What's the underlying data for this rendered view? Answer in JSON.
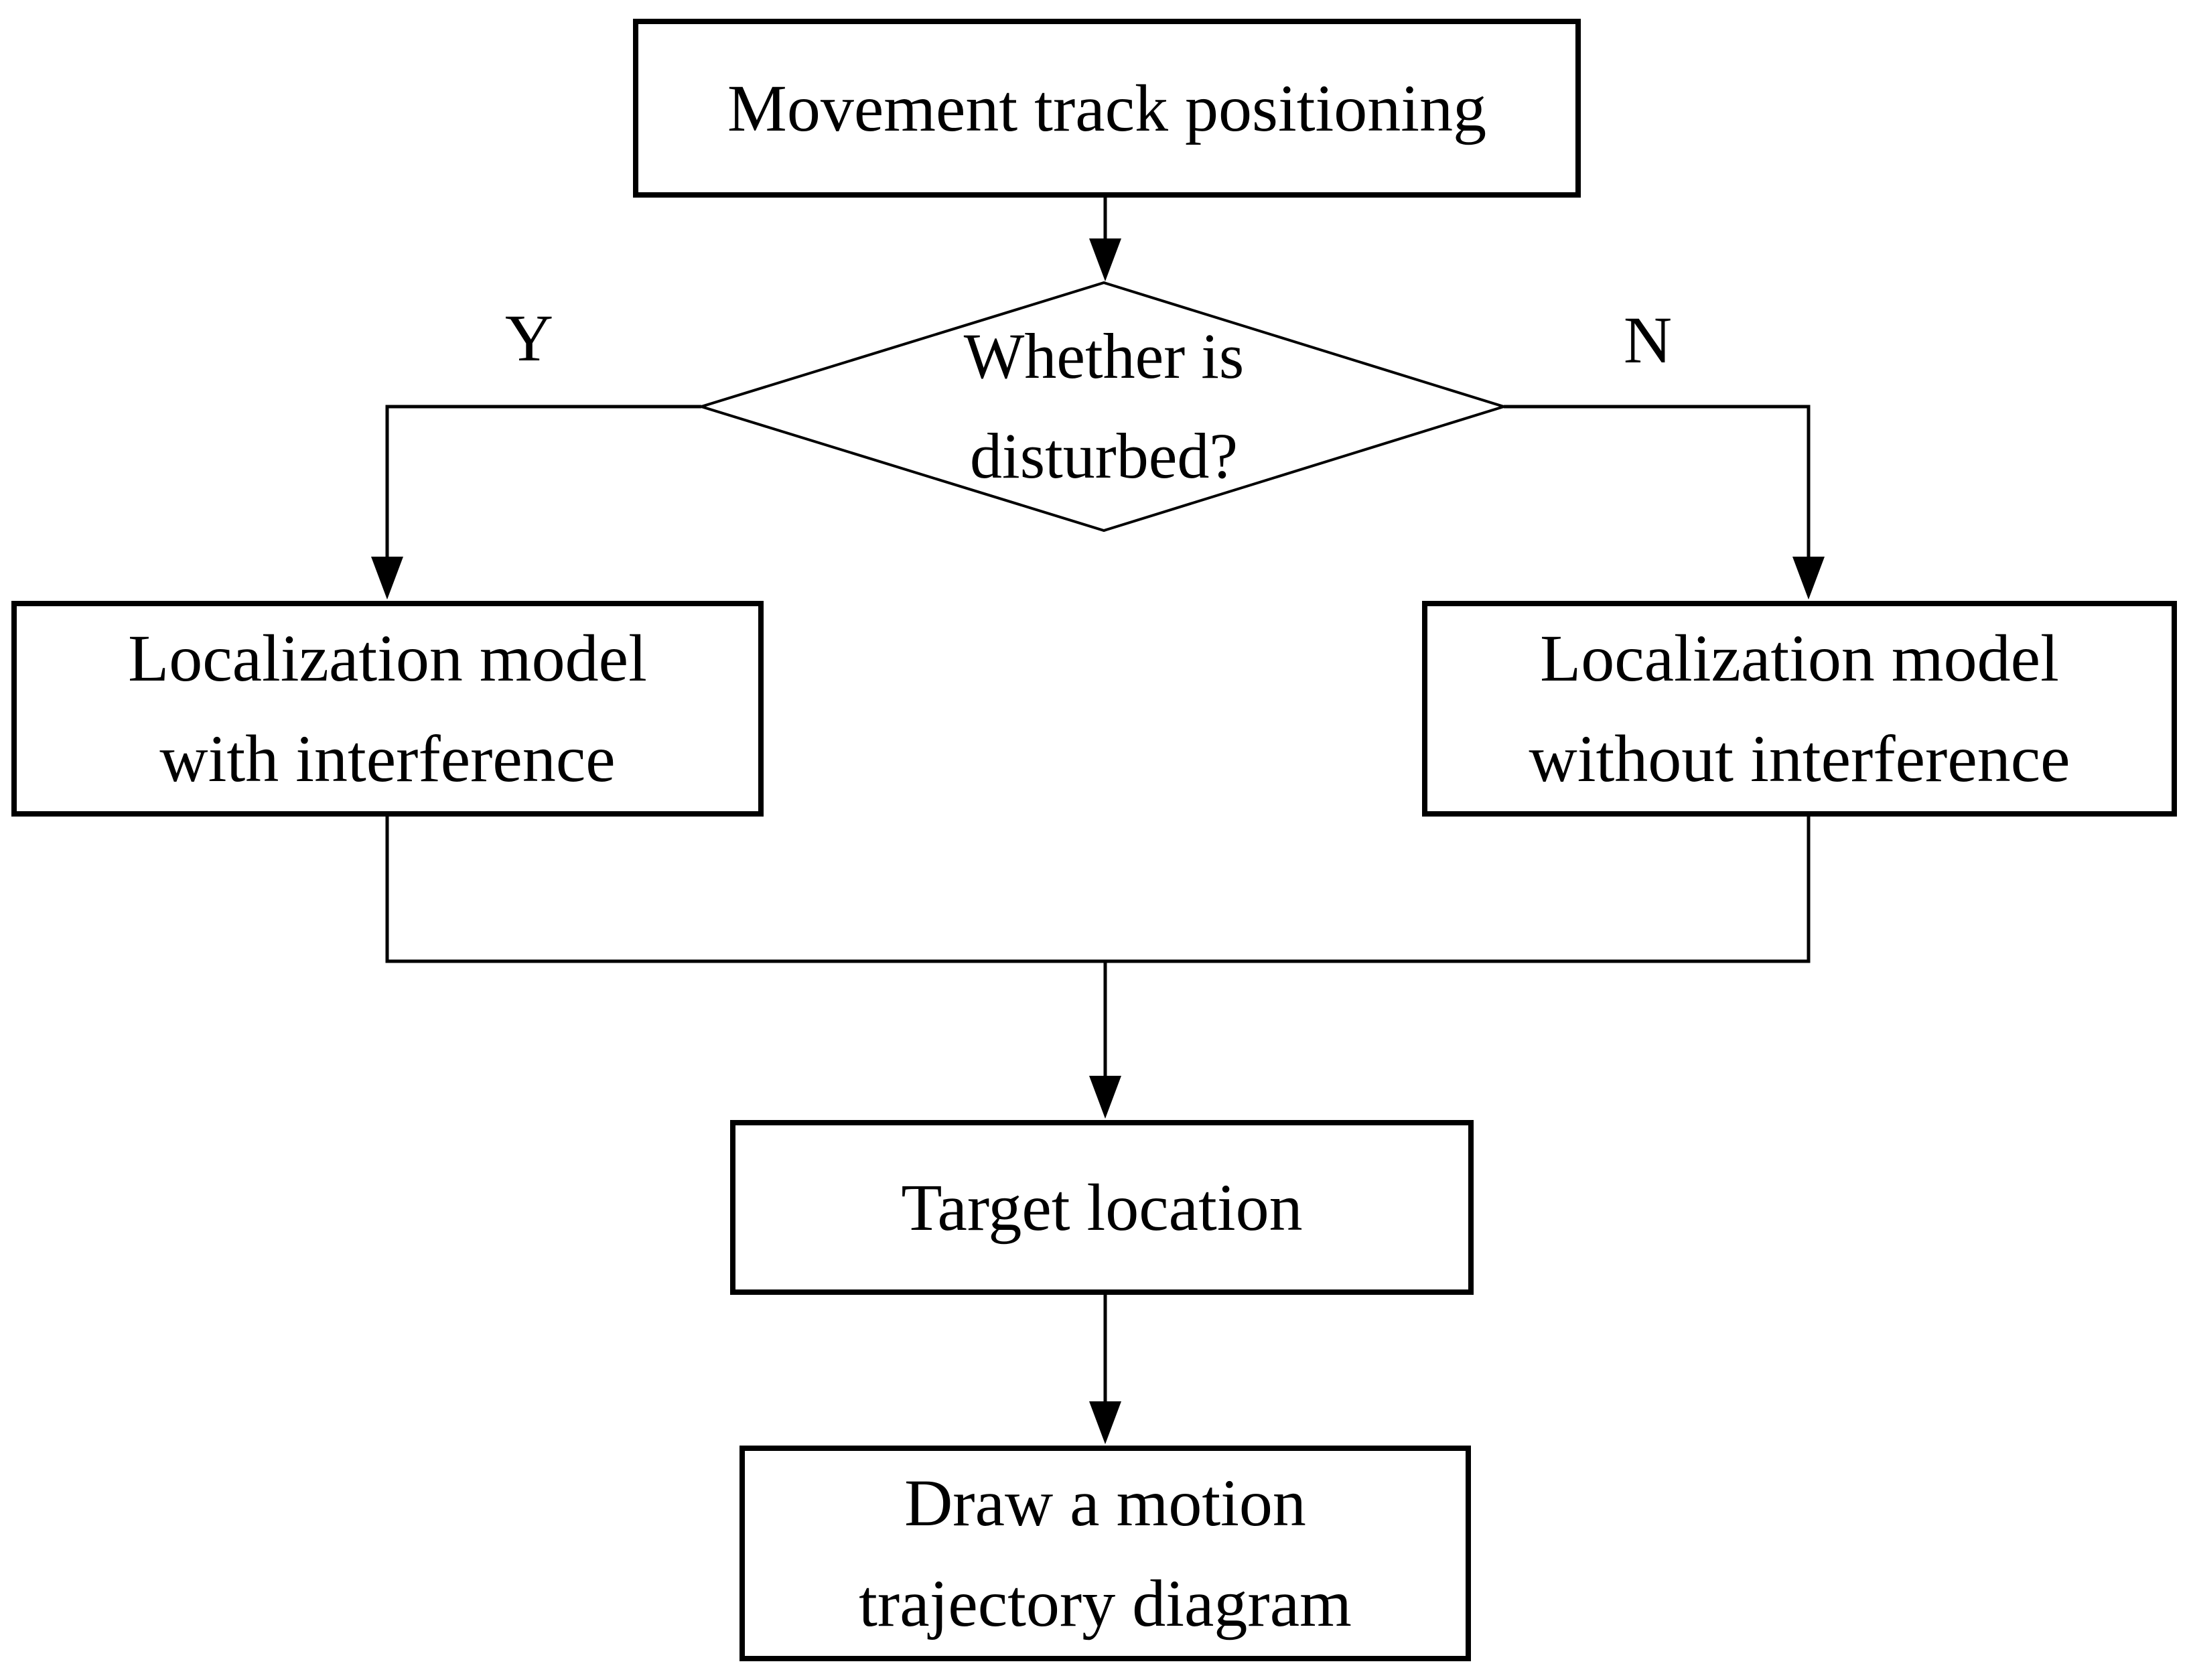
{
  "figure": {
    "type": "flowchart",
    "colors": {
      "background": "#ffffff",
      "stroke": "#000000",
      "text": "#000000"
    },
    "nodes": {
      "start": {
        "shape": "rectangle",
        "lines": [
          "Movement track positioning"
        ]
      },
      "decision": {
        "shape": "diamond",
        "lines": [
          "Whether is",
          "disturbed?"
        ]
      },
      "with_interference": {
        "shape": "rectangle",
        "lines": [
          "Localization model",
          "with interference"
        ]
      },
      "without_interference": {
        "shape": "rectangle",
        "lines": [
          "Localization model",
          "without interference"
        ]
      },
      "target": {
        "shape": "rectangle",
        "lines": [
          "Target location"
        ]
      },
      "draw": {
        "shape": "rectangle",
        "lines": [
          "Draw a motion",
          "trajectory diagram"
        ]
      }
    },
    "edge_labels": {
      "yes": "Y",
      "no": "N"
    }
  }
}
